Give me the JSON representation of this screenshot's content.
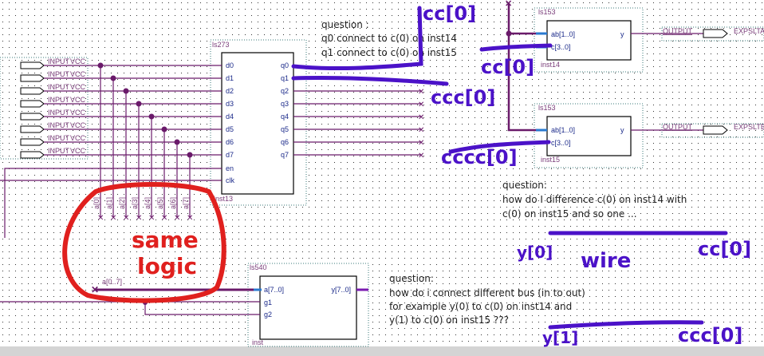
{
  "colors": {
    "wire": "#6a1a6a",
    "pin_label": "#1b2a8a",
    "annotation": "#4b12c8",
    "red_annotation": "#e0201e",
    "bus_stub": "#2a7ad0"
  },
  "ls273": {
    "type": "ls273",
    "instance": "inst13",
    "inputs": [
      "d0",
      "d1",
      "d2",
      "d3",
      "d4",
      "d5",
      "d6",
      "d7",
      "en",
      "clk"
    ],
    "outputs": [
      "q0",
      "q1",
      "q2",
      "q3",
      "q4",
      "q5",
      "q6",
      "q7"
    ]
  },
  "input_pins": {
    "kind": "INPUT",
    "default": "VCC",
    "count": 8
  },
  "taps": [
    "a[0]",
    "a[1]",
    "a[2]",
    "a[3]",
    "a[4]",
    "a[5]",
    "a[6]",
    "a[7]"
  ],
  "bus_label": "a[0..7]",
  "ls540": {
    "type": "ls540",
    "instance": "inst",
    "inputs": [
      "a[7..0]",
      "g1",
      "g2"
    ],
    "output": "y[7..0]"
  },
  "ls153_a": {
    "type": "ls153",
    "instance": "inst14",
    "inputs": [
      "ab[1..0]",
      "c[3..0]"
    ],
    "output": "y",
    "out_kind": "OUTPUT",
    "out_name": "EXPSLTA"
  },
  "ls153_b": {
    "type": "ls153",
    "instance": "inst15",
    "inputs": [
      "ab[1..0]",
      "c[3..0]"
    ],
    "output": "y",
    "out_kind": "OUTPUT",
    "out_name": "EXPSLTB"
  },
  "notes": {
    "q1": [
      "question :",
      "q0 connect to c(0) on inst14",
      "q1 connect to c(0) on inst15"
    ],
    "q2": [
      "question:",
      "how do I difference c(0) on inst14 with",
      "c(0) on inst15 and so one ..."
    ],
    "q3": [
      "question:",
      "how do i connect different bus (in to out)",
      "for example y(0) to c(0) on inst14 and",
      "y(1) to c(0) on inst15 ???"
    ]
  },
  "handwriting": {
    "top": "cc[0]",
    "mid_q": "ccc[0]",
    "inst14_c": "cc[0]",
    "inst15_c": "cccc[0]",
    "same_logic": [
      "same",
      "logic"
    ],
    "y0": "y[0]",
    "wire": "wire",
    "cc0": "cc[0]",
    "y1": "y[1]",
    "ccc0": "ccc[0]"
  }
}
